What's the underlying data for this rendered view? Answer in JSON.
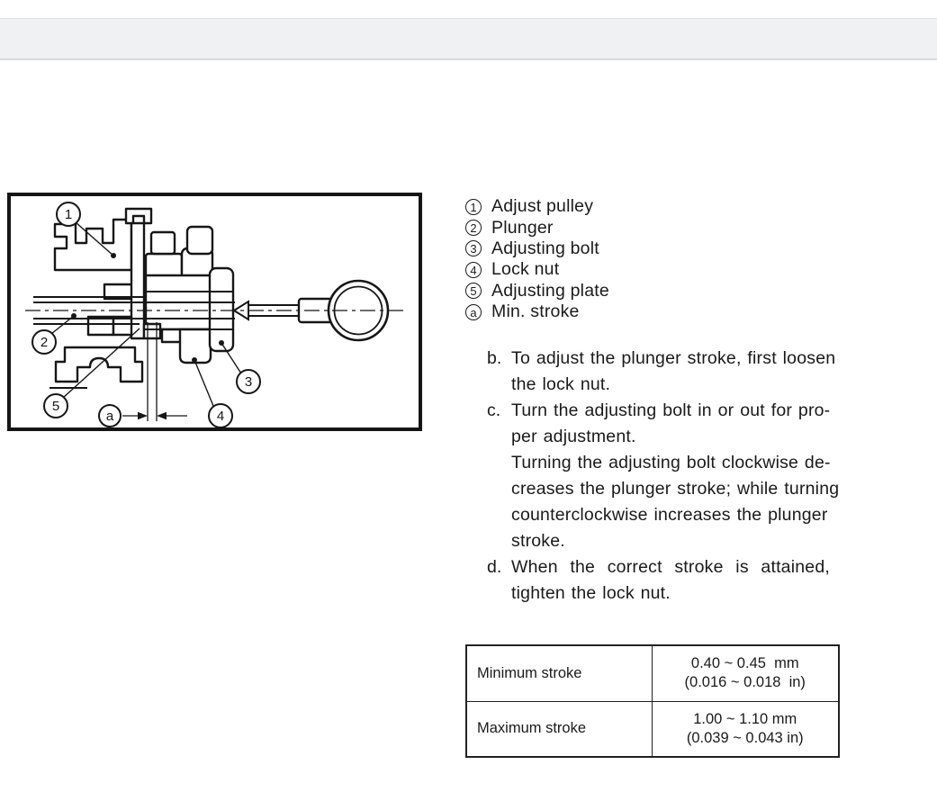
{
  "colors": {
    "topbar": "#f0f1f3",
    "ink": "#1a1a1a",
    "line": "#161616"
  },
  "figure": {
    "callouts": {
      "c1": "1",
      "c2": "2",
      "c3": "3",
      "c4": "4",
      "c5": "5",
      "ca": "a"
    }
  },
  "legend": {
    "items": [
      {
        "marker": "1",
        "label": "Adjust pulley"
      },
      {
        "marker": "2",
        "label": "Plunger"
      },
      {
        "marker": "3",
        "label": "Adjusting bolt"
      },
      {
        "marker": "4",
        "label": "Lock nut"
      },
      {
        "marker": "5",
        "label": "Adjusting plate"
      },
      {
        "marker": "a",
        "label": "Min. stroke"
      }
    ]
  },
  "instructions": {
    "items": [
      {
        "letter": "b.",
        "lines": [
          "To adjust the plunger stroke, first loosen",
          "the lock nut."
        ]
      },
      {
        "letter": "c.",
        "lines": [
          "Turn the adjusting bolt in or out for pro-",
          "per adjustment.",
          "Turning the adjusting bolt clockwise de-",
          "creases the plunger stroke; while turning",
          "counterclockwise increases the plunger",
          "stroke."
        ]
      },
      {
        "letter": "d.",
        "lines": [
          "When  the  correct  stroke  is  attained,",
          "tighten the lock nut."
        ]
      }
    ]
  },
  "spec_table": {
    "rows": [
      {
        "label": "Minimum stroke",
        "metric": "0.40 ~ 0.45  mm",
        "imperial": "(0.016 ~ 0.018  in)"
      },
      {
        "label": "Maximum stroke",
        "metric": "1.00 ~ 1.10 mm",
        "imperial": "(0.039 ~ 0.043 in)"
      }
    ]
  }
}
